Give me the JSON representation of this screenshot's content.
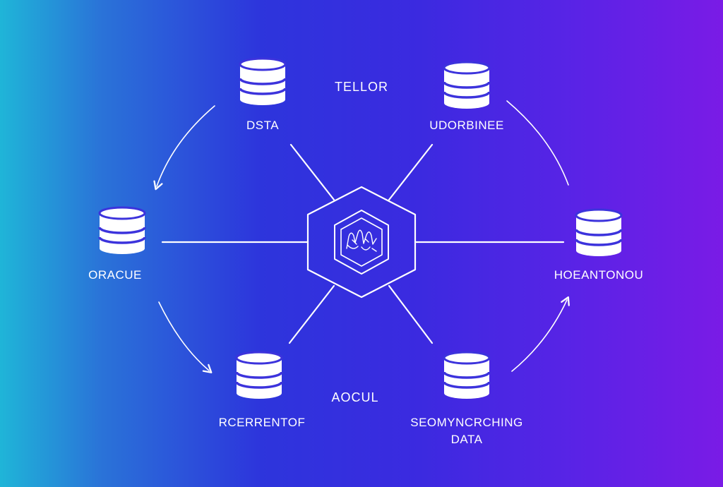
{
  "diagram": {
    "title_top": "TELLOR",
    "title_bottom": "AOCUL",
    "nodes": {
      "top_left": {
        "label": "DSTA",
        "icon": "database-icon"
      },
      "top_right": {
        "label": "UDORBINEE",
        "icon": "database-icon"
      },
      "left": {
        "label": "ORACUE",
        "icon": "database-icon"
      },
      "right": {
        "label": "HOEANTONOU",
        "icon": "database-icon"
      },
      "bottom_left": {
        "label": "RCERRENTOF",
        "icon": "database-icon"
      },
      "bottom_right": {
        "label_line1": "SEOMYNCRCHING",
        "label_line2": "DATA",
        "icon": "database-icon"
      }
    },
    "hub": {
      "icon": "hexagon-hub-icon"
    }
  },
  "colors": {
    "gradient_left": "#1fb5d8",
    "gradient_mid": "#2d35dc",
    "gradient_right": "#7a1be6",
    "stroke": "#ffffff",
    "db_band": "#3c33dc"
  }
}
